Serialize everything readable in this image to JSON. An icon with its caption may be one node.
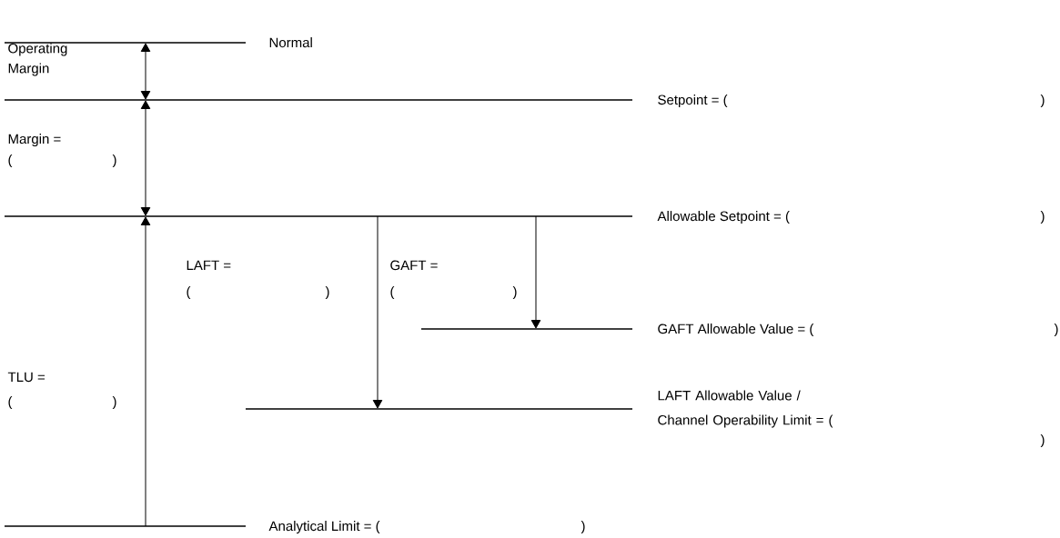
{
  "diagram": {
    "nodes": [
      {
        "text": [],
        "shape": "line",
        "beside": [
          "Normal"
        ]
      },
      {
        "text": [],
        "shape": "line",
        "beside": [
          "Setpoint = ("
        ]
      },
      {
        "text": [],
        "shape": "line",
        "beside": [
          "Allowable Setpoint = ("
        ]
      },
      {
        "text": [],
        "shape": "line",
        "beside": [
          "GAFT Allowable Value = ("
        ]
      },
      {
        "text": [],
        "shape": "line",
        "beside": [
          "LAFT Allowable Value / Channel Operability Limit = ("
        ]
      },
      {
        "text": [],
        "shape": "line",
        "beside": [
          "Analytical Limit = ("
        ]
      }
    ],
    "edges": [
      {
        "from": 0,
        "to": 1,
        "arrow": "both"
      },
      {
        "from": 1,
        "to": 2,
        "arrow": "both"
      },
      {
        "from": 5,
        "to": 2,
        "arrow": "to"
      },
      {
        "from": 2,
        "to": 4,
        "arrow": "to"
      },
      {
        "from": 2,
        "to": 3,
        "arrow": "to"
      }
    ],
    "labels": [
      "Operating Margin",
      ")",
      "Margin =",
      "(",
      ")",
      ")",
      "LAFT =",
      "(",
      ")",
      "GAFT =",
      "(",
      ")",
      ")",
      "TLU =",
      "(",
      ")",
      ")",
      ")"
    ]
  }
}
